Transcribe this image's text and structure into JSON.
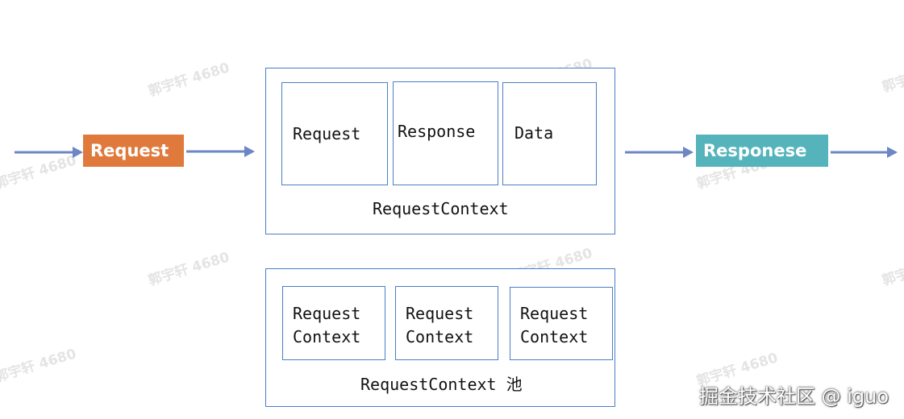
{
  "colors": {
    "request_pill": "#e07a3c",
    "response_pill": "#54b3bb",
    "arrow": "#6d86c4",
    "frame": "#4a7ec8"
  },
  "flow": {
    "input_label": "Request",
    "output_label": "Responese"
  },
  "context_box": {
    "cells": [
      "Request",
      "Response",
      "Data"
    ],
    "caption": "RequestContext"
  },
  "pool_box": {
    "cells": [
      {
        "line1": "Request",
        "line2": "Context"
      },
      {
        "line1": "Request",
        "line2": "Context"
      },
      {
        "line1": "Request",
        "line2": "Context"
      }
    ],
    "caption": "RequestContext 池"
  },
  "watermark": {
    "text": "郭宇轩 4680",
    "site": "掘金技术社区 @ iguo"
  }
}
